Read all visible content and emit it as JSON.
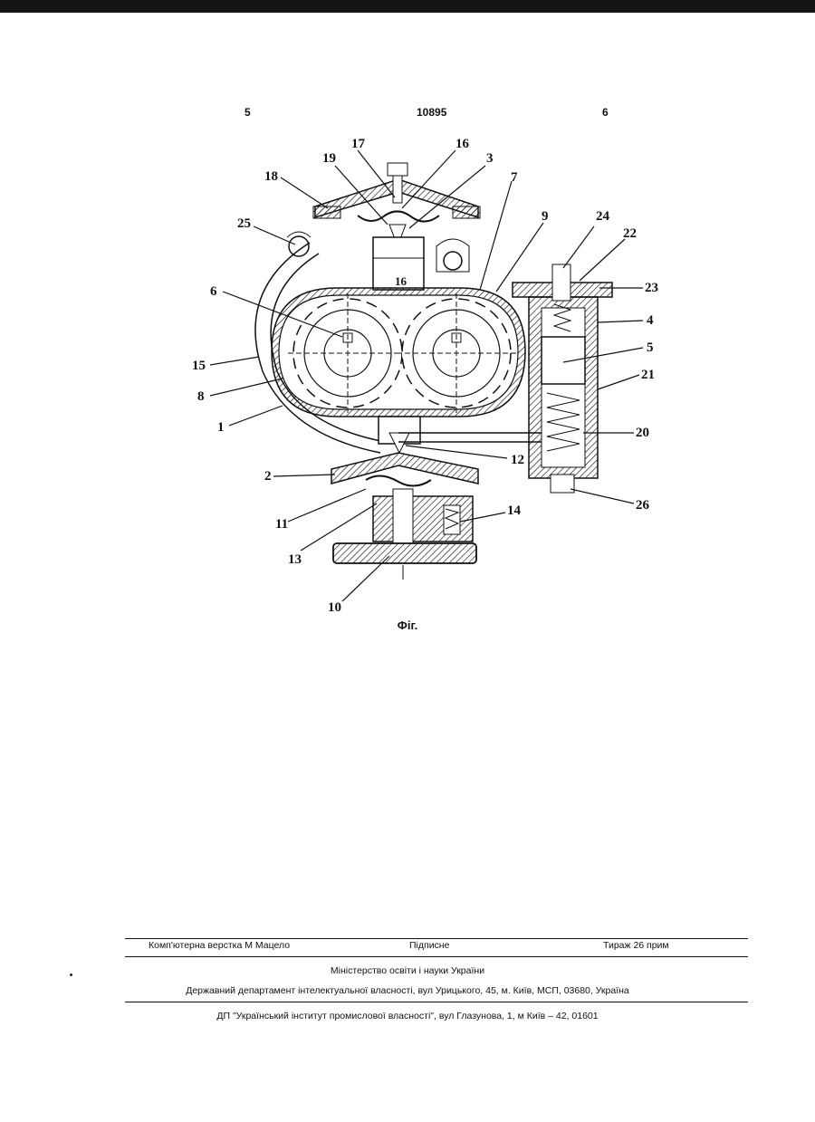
{
  "header": {
    "page_left": "5",
    "patent_number": "10895",
    "page_right": "6"
  },
  "figure": {
    "labels": [
      "17",
      "16",
      "19",
      "3",
      "18",
      "7",
      "9",
      "24",
      "25",
      "22",
      "23",
      "6",
      "4",
      "5",
      "15",
      "21",
      "8",
      "1",
      "20",
      "12",
      "2",
      "26",
      "14",
      "11",
      "13",
      "10",
      "16"
    ],
    "caption": "Фіг."
  },
  "footer": {
    "typesetting": "Комп'ютерна верстка М  Мацело",
    "signed": "Підписне",
    "circulation": "Тираж 26 прим",
    "ministry": "Міністерство освіти і науки України",
    "department": "Державний департамент інтелектуальної власності, вул  Урицького, 45, м. Київ, МСП, 03680, Україна",
    "institute": "ДП \"Український інститут промислової власності\", вул  Глазунова, 1, м  Київ – 42, 01601"
  }
}
